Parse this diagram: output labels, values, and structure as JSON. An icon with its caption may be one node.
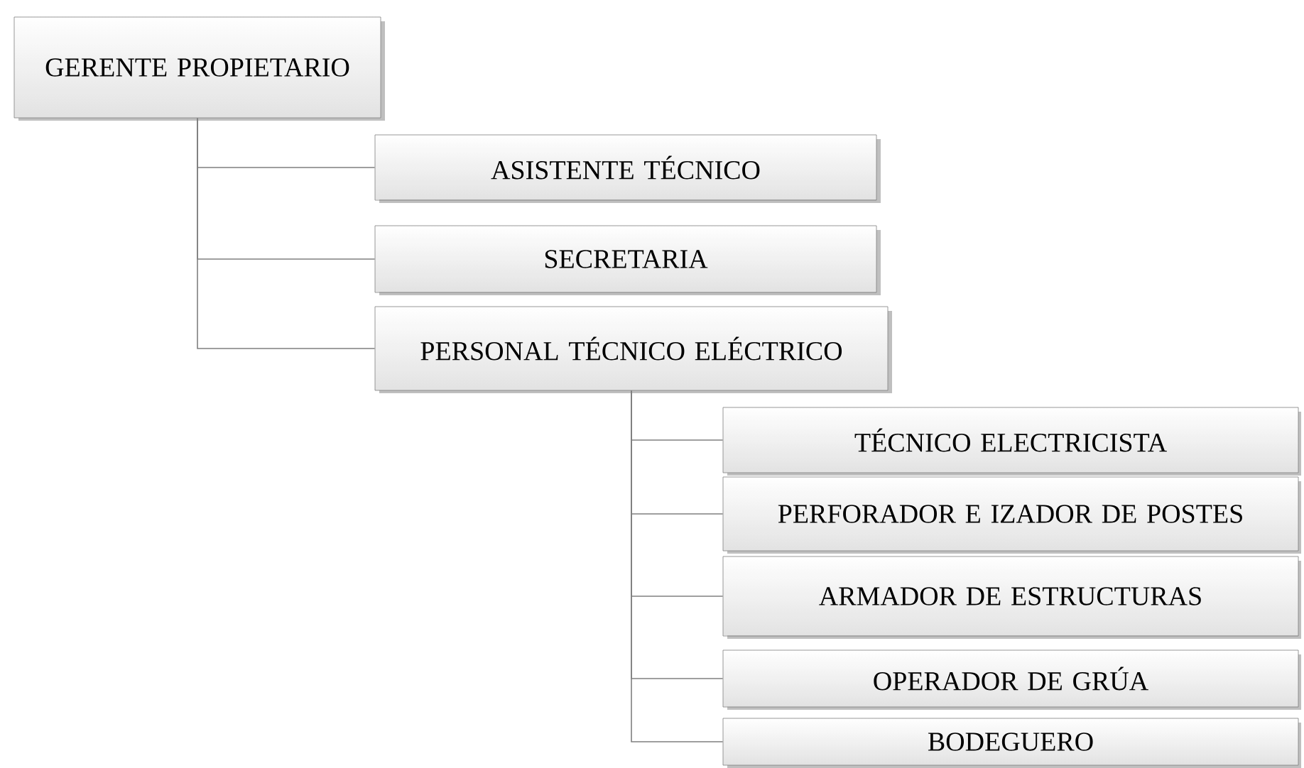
{
  "diagram": {
    "nodes": [
      {
        "text": [
          "GERENTE PROPIETARIO"
        ]
      },
      {
        "text": [
          "ASISTENTE TÉCNICO"
        ]
      },
      {
        "text": [
          "SECRETARIA"
        ]
      },
      {
        "text": [
          "PERSONAL TÉCNICO ELÉCTRICO"
        ]
      },
      {
        "text": [
          "TÉCNICO ELECTRICISTA"
        ]
      },
      {
        "text": [
          "PERFORADOR E IZADOR DE POSTES"
        ]
      },
      {
        "text": [
          "ARMADOR DE ESTRUCTURAS"
        ]
      },
      {
        "text": [
          "OPERADOR DE GRÚA"
        ]
      },
      {
        "text": [
          "BODEGUERO"
        ]
      }
    ],
    "edges": [
      {
        "from": 0,
        "to": 1,
        "arrow": "none"
      },
      {
        "from": 0,
        "to": 2,
        "arrow": "none"
      },
      {
        "from": 0,
        "to": 3,
        "arrow": "none"
      },
      {
        "from": 3,
        "to": 4,
        "arrow": "none"
      },
      {
        "from": 3,
        "to": 5,
        "arrow": "none"
      },
      {
        "from": 3,
        "to": 6,
        "arrow": "none"
      },
      {
        "from": 3,
        "to": 7,
        "arrow": "none"
      },
      {
        "from": 3,
        "to": 8,
        "arrow": "none"
      }
    ]
  }
}
